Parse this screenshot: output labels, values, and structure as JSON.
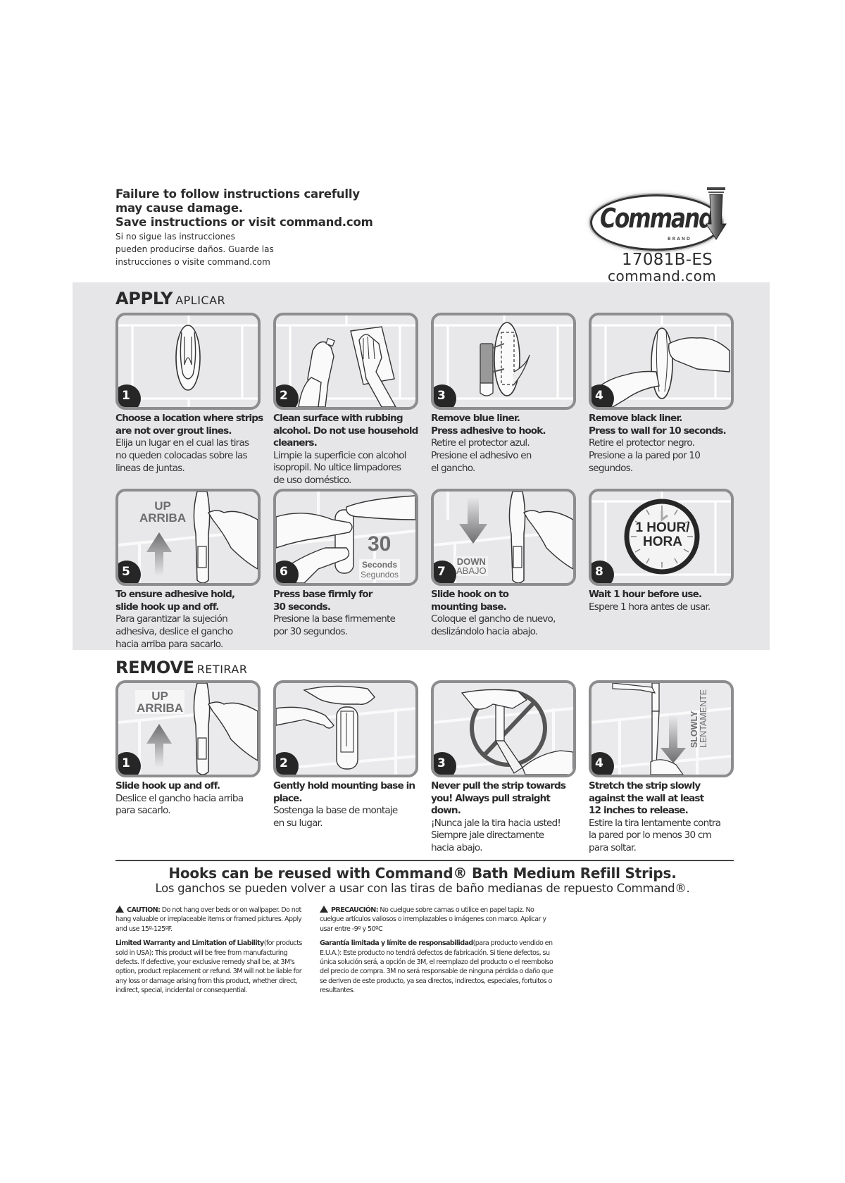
{
  "header": {
    "warning_en": [
      "Failure to follow instructions carefully",
      "may cause damage.",
      "Save instructions or visit command.com"
    ],
    "warning_es": [
      "Si no sigue las instrucciones",
      "pueden producirse daños. Guarde las",
      "instrucciones o visite command.com"
    ]
  },
  "logo": {
    "wordmark": "Command",
    "brand_label": "BRAND",
    "sku": "17081B-ES",
    "website": "command.com"
  },
  "apply": {
    "title_en": "APPLY",
    "title_es": "APLICAR",
    "steps": [
      {
        "number": "1",
        "illustration": "hook-on-wall",
        "caption_en": [
          "Choose a location where strips",
          "are not over grout lines."
        ],
        "caption_es": [
          "Elija un lugar en el cual las tiras",
          "no queden colocadas sobre las",
          "lineas de juntas."
        ]
      },
      {
        "number": "2",
        "illustration": "clean-with-alcohol",
        "caption_en": [
          "Clean surface with rubbing",
          "alcohol. Do not use household",
          "cleaners."
        ],
        "caption_es": [
          "Limpie la superficie con alcohol",
          "isopropil. No ultice limpadores",
          "de uso doméstico."
        ]
      },
      {
        "number": "3",
        "illustration": "remove-blue-liner",
        "caption_en": [
          "Remove blue liner.",
          "Press adhesive to hook."
        ],
        "caption_es": [
          "Retire el protector azul.",
          "Presione el adhesivo en",
          "el gancho."
        ]
      },
      {
        "number": "4",
        "illustration": "press-to-wall",
        "caption_en": [
          "Remove black liner.",
          "Press to wall for 10 seconds."
        ],
        "caption_es": [
          "Retire el protector negro.",
          "Presione a la pared por 10",
          "segundos."
        ]
      },
      {
        "number": "5",
        "illustration": "slide-hook-up",
        "label_lines": [
          "UP",
          "ARRIBA"
        ],
        "caption_en": [
          "To ensure adhesive hold,",
          "slide hook up and off."
        ],
        "caption_es": [
          "Para garantizar la sujeción",
          "adhesiva, deslice el gancho",
          "hacia arriba para sacarlo."
        ]
      },
      {
        "number": "6",
        "illustration": "press-base-firmly",
        "label_big": "30",
        "label_lines": [
          "Seconds",
          "Segundos"
        ],
        "caption_en": [
          "Press base firmly for",
          "30 seconds."
        ],
        "caption_es": [
          "Presione la base firmemente",
          "por 30 segundos."
        ]
      },
      {
        "number": "7",
        "illustration": "slide-hook-down",
        "label_lines": [
          "DOWN",
          "ABAJO"
        ],
        "caption_en": [
          "Slide hook on to",
          "mounting base."
        ],
        "caption_es": [
          "Coloque el gancho de nuevo,",
          "deslizándolo hacia abajo."
        ]
      },
      {
        "number": "8",
        "illustration": "clock-wait",
        "label_lines": [
          "1 HOUR/",
          "HORA"
        ],
        "caption_en": [
          "Wait 1 hour before use."
        ],
        "caption_es": [
          "Espere 1 hora antes de usar."
        ]
      }
    ]
  },
  "remove": {
    "title_en": "REMOVE",
    "title_es": "RETIRAR",
    "steps": [
      {
        "number": "1",
        "illustration": "slide-hook-up",
        "label_lines": [
          "UP",
          "ARRIBA"
        ],
        "caption_en": [
          "Slide hook up and off."
        ],
        "caption_es": [
          "Deslice el gancho hacia arriba",
          "para sacarlo."
        ]
      },
      {
        "number": "2",
        "illustration": "hold-mounting-base",
        "caption_en": [
          "Gently hold mounting base in",
          "place."
        ],
        "caption_es": [
          "Sostenga la base de montaje",
          "en su lugar."
        ]
      },
      {
        "number": "3",
        "illustration": "do-not-pull-toward",
        "caption_en": [
          "Never pull the strip towards",
          "you! Always pull straight",
          "down."
        ],
        "caption_es": [
          "¡Nunca jale la tira hacia usted!",
          "Siempre jale directamente",
          "hacia abajo."
        ]
      },
      {
        "number": "4",
        "illustration": "stretch-strip-down",
        "label_lines": [
          "SLOWLY",
          "LENTAMENTE"
        ],
        "caption_en": [
          "Stretch the strip slowly",
          "against the wall at least",
          "12 inches to release."
        ],
        "caption_es": [
          "Estire la tira lentamente contra",
          "la pared por lo menos 30 cm",
          "para soltar."
        ]
      }
    ]
  },
  "reuse": {
    "en": "Hooks can be reused with Command® Bath Medium Refill Strips.",
    "es": "Los ganchos se pueden volver a usar con las tiras de baño medianas de repuesto Command®."
  },
  "legal": {
    "caution_en": {
      "label": "CAUTION:",
      "text": "Do not hang over beds or on wallpaper. Do not hang valuable or irreplaceable items or framed pictures. Apply and use 15º-125ºF."
    },
    "warranty_en": {
      "label": "Limited Warranty and Limitation of Liability",
      "text": "(for products sold in USA): This product will be free from manufacturing defects. If defective, your exclusive remedy shall be, at 3M's option, product replacement or refund. 3M will not be liable for any loss or damage arising from this product, whether direct, indirect, special, incidental or consequential."
    },
    "caution_es": {
      "label": "PRECAUCIÓN:",
      "text": "No cuelgue sobre camas o utilice en papel tapiz. No cuelgue artículos valiosos o irremplazables o imágenes con marco. Aplicar y usar entre -9º y 50ºC"
    },
    "warranty_es": {
      "label": "Garantía limitada y límite de responsabilidad",
      "text": "(para producto vendido en E.U.A.): Este producto no tendrá defectos de fabricación. Si tiene defectos, su única solución será, a opción de 3M, el reemplazo del producto o el reembolso del precio de compra. 3M no será responsable de ninguna pérdida o daño que se deriven de este producto, ya sea directos, indirectos, especiales, fortuitos o resultantes."
    }
  },
  "colors": {
    "band_gray": "#e6e6e8",
    "panel_border": "#8d8d8f",
    "text_dark": "#2a2a2a",
    "badge_black": "#262626",
    "arrow_gray": "#6d6d6f"
  }
}
